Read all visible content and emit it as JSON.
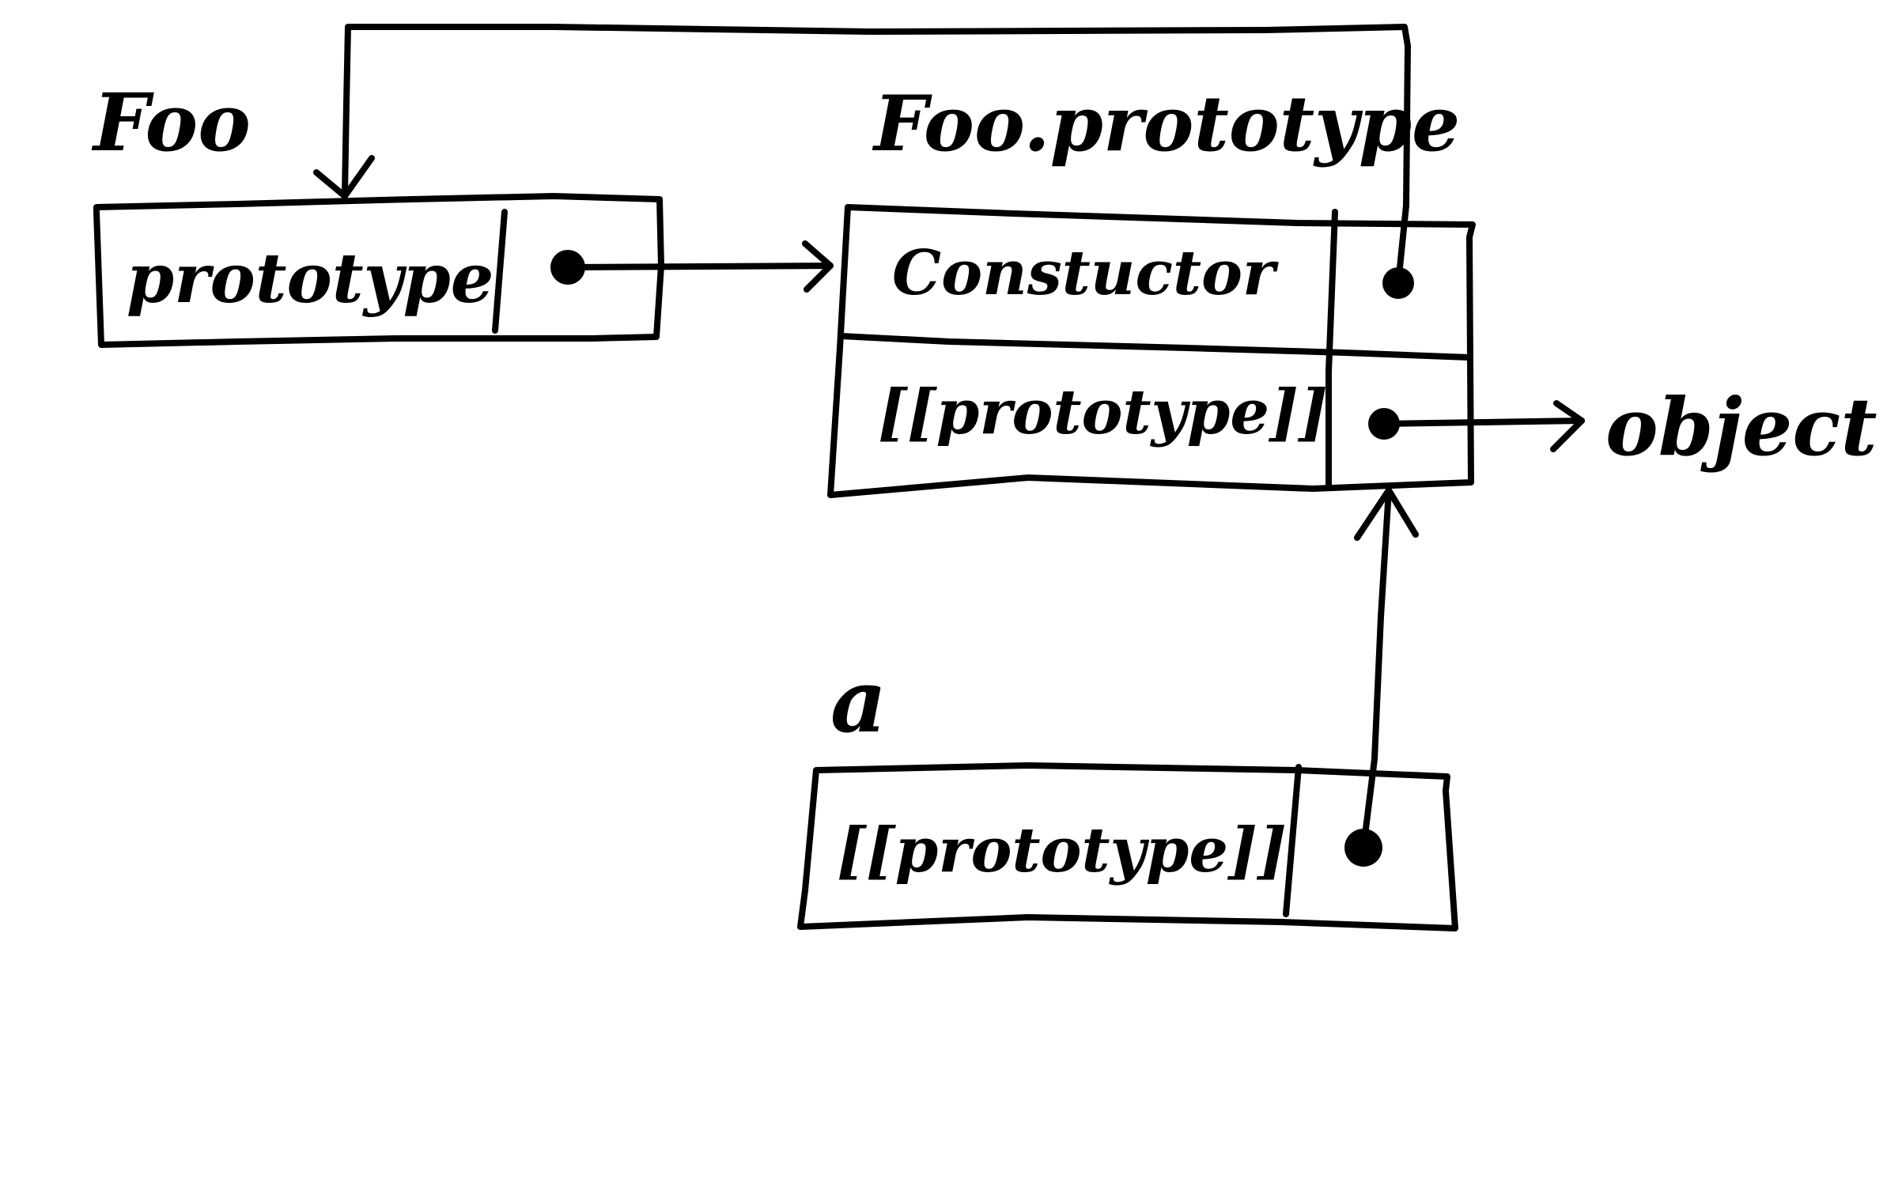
{
  "diagram": {
    "labels": {
      "foo": "Foo",
      "foo_prototype": "Foo.prototype",
      "a": "a",
      "object": "object"
    },
    "foo_box": {
      "field": "prototype"
    },
    "proto_box": {
      "field_constructor": "Constuctor",
      "field_proto": "[[prototype]]"
    },
    "a_box": {
      "field_proto": "[[prototype]]"
    },
    "colors": {
      "ink": "#000000",
      "paper": "#ffffff"
    }
  }
}
